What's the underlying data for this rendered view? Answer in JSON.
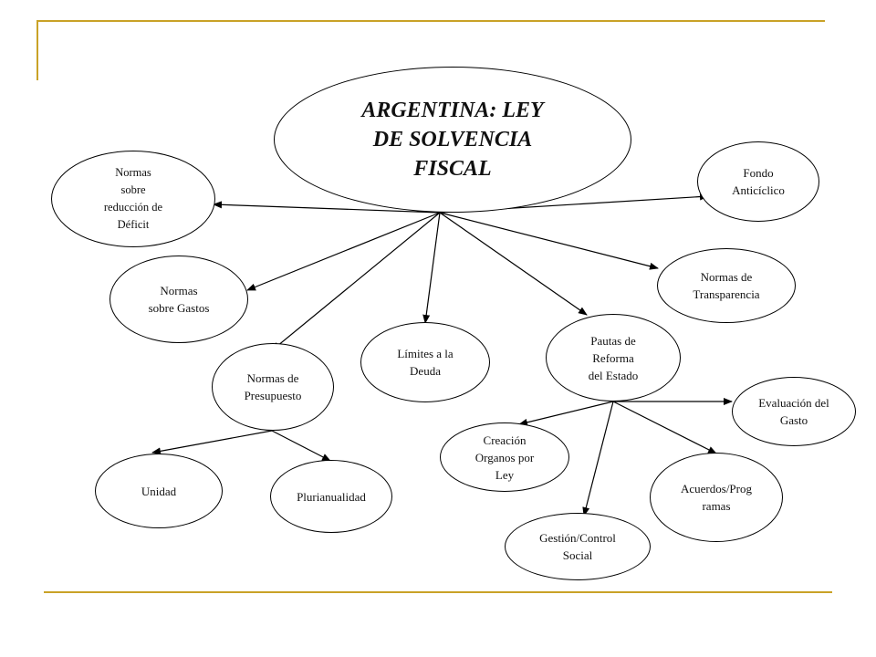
{
  "diagram": {
    "title": "ARGENTINA: LEY\nDE SOLVENCIA\nFISCAL",
    "nodes": {
      "normas_deficit": "Normas\nsobre\nreducción de\nDéficit",
      "fondo": "Fondo\nAnticíclico",
      "normas_gastos": "Normas\nsobre Gastos",
      "normas_transparencia": "Normas de\nTransparencia",
      "limites_deuda": "Límites a la\nDeuda",
      "pautas_reforma": "Pautas de\nReforma\ndel Estado",
      "normas_presupuesto": "Normas de\nPresupuesto",
      "evaluacion_gasto": "Evaluación del\nGasto",
      "creacion_organos": "Creación\nOrganos por\nLey",
      "unidad": "Unidad",
      "plurianualidad": "Plurianualidad",
      "acuerdos_programas": "Acuerdos/Prog\nramas",
      "gestion_control": "Gestión/Control\nSocial"
    }
  }
}
